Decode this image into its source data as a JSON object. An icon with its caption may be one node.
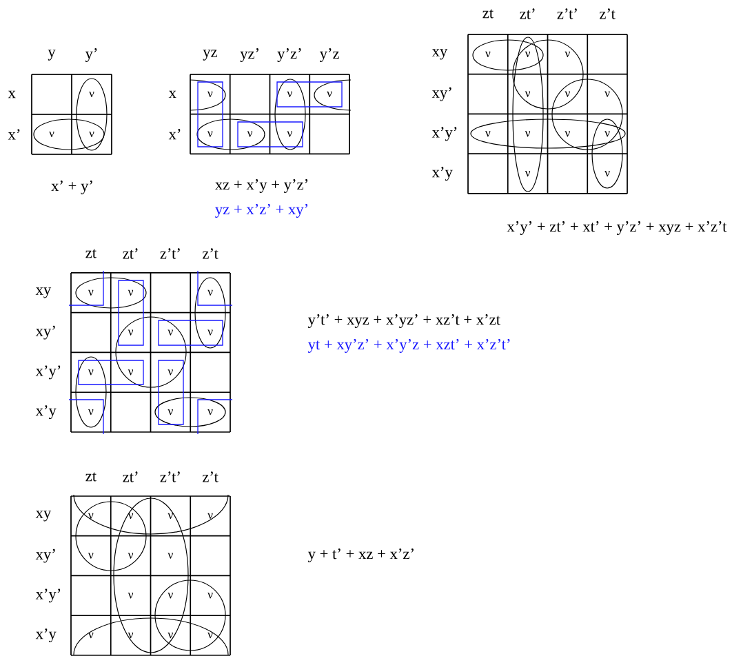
{
  "diagram": {
    "labels": [
      "y",
      "y’",
      "x",
      "ν",
      "x’",
      "ν",
      "ν",
      "x’ + y’",
      "yz",
      "yz’",
      "y’z’",
      "y’z",
      "x",
      "ν",
      "ν",
      "ν",
      "x’",
      "ν",
      "ν",
      "ν",
      "xz + x’y + y’z’",
      "yz + x’z’ + xy’",
      "zt",
      "zt’",
      "z’t’",
      "z’t",
      "xy",
      "ν",
      "ν",
      "ν",
      "xy’",
      "ν",
      "ν",
      "ν",
      "x’y’",
      "ν",
      "ν",
      "ν",
      "ν",
      "x’y",
      "ν",
      "ν",
      "x’y’ + zt’ + xt’ + y’z’ + xyz + x’z’t",
      "zt",
      "zt’",
      "z’t’",
      "z’t",
      "xy",
      "ν",
      "ν",
      "ν",
      "xy’",
      "ν",
      "ν",
      "ν",
      "x’y’",
      "ν",
      "ν",
      "ν",
      "x’y",
      "ν",
      "ν",
      "ν",
      "y’t’ + xyz + x’yz’ + xz’t + x’zt",
      "yt + xy’z’ + x’y’z + xzt’ + x’z’t’",
      "zt",
      "zt’",
      "z’t’",
      "z’t",
      "xy",
      "ν",
      "ν",
      "ν",
      "ν",
      "xy’",
      "ν",
      "ν",
      "ν",
      "x’y’",
      "ν",
      "ν",
      "ν",
      "x’y",
      "ν",
      "ν",
      "ν",
      "ν",
      "y + t’ + xz + x’z’"
    ]
  }
}
